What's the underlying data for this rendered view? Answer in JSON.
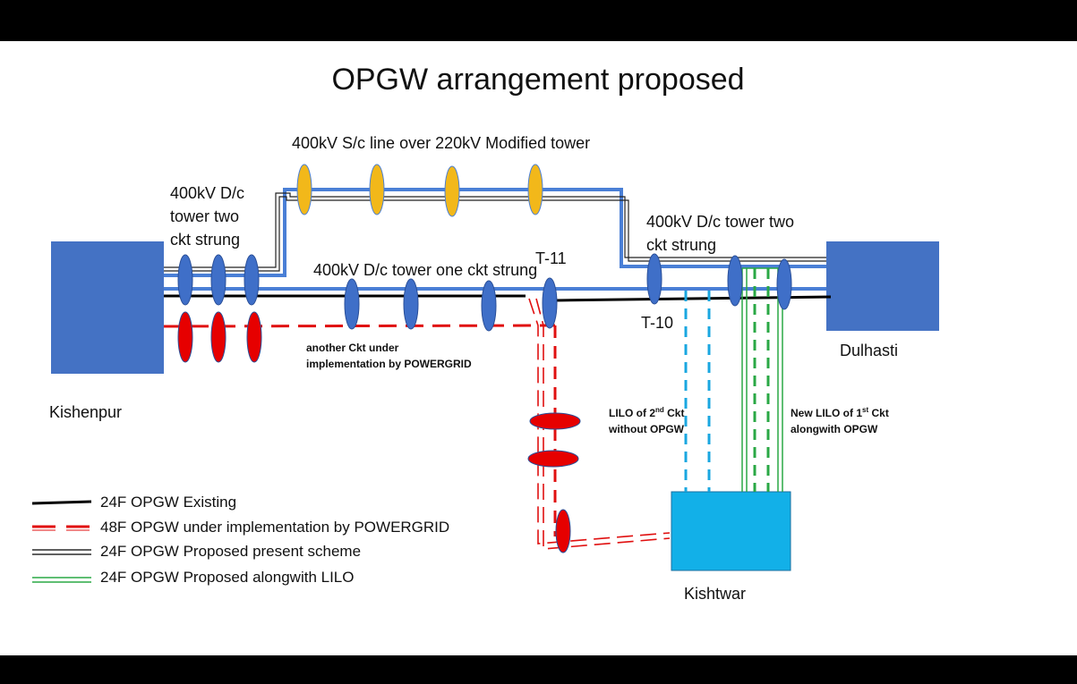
{
  "title": "OPGW arrangement proposed",
  "stations": {
    "kishenpur": "Kishenpur",
    "dulhasti": "Dulhasti",
    "kishtwar": "Kishtwar"
  },
  "labels": {
    "upper_line": "400kV S/c line over 220kV Modified tower",
    "left_dc_1": "400kV D/c",
    "left_dc_2": "tower two",
    "left_dc_3": "ckt strung",
    "right_dc_1": "400kV D/c tower two",
    "right_dc_2": "ckt strung",
    "middle_line": "400kV D/c tower one ckt strung",
    "t11": "T-11",
    "t10": "T-10",
    "another_ckt_1": "another Ckt under",
    "another_ckt_2": "implementation by POWERGRID",
    "lilo2_a": "LILO of 2",
    "lilo2_sup": "nd",
    "lilo2_b": "  Ckt",
    "lilo2_c": "without OPGW",
    "lilo1_a": "New LILO of 1",
    "lilo1_sup": "st",
    "lilo1_b": " Ckt",
    "lilo1_c": "alongwith OPGW"
  },
  "legend": [
    {
      "label": "24F OPGW Existing",
      "color": "#000000"
    },
    {
      "label": "48F OPGW under implementation by POWERGRID",
      "color": "#e01010"
    },
    {
      "label": "24F OPGW Proposed present scheme",
      "color": "#000000"
    },
    {
      "label": "24F OPGW Proposed alongwith LILO",
      "color": "#2aa845"
    }
  ],
  "colors": {
    "station_blue": "#4472c4",
    "kishtwar_cyan": "#12b0e8",
    "line_blue": "#4a7fd6",
    "insulator_blue": "#3f6fc8",
    "insulator_orange": "#f2b81a",
    "insulator_red": "#e60000",
    "lilo2_dash": "#1aa7e0",
    "lilo1_green": "#2aa845"
  }
}
